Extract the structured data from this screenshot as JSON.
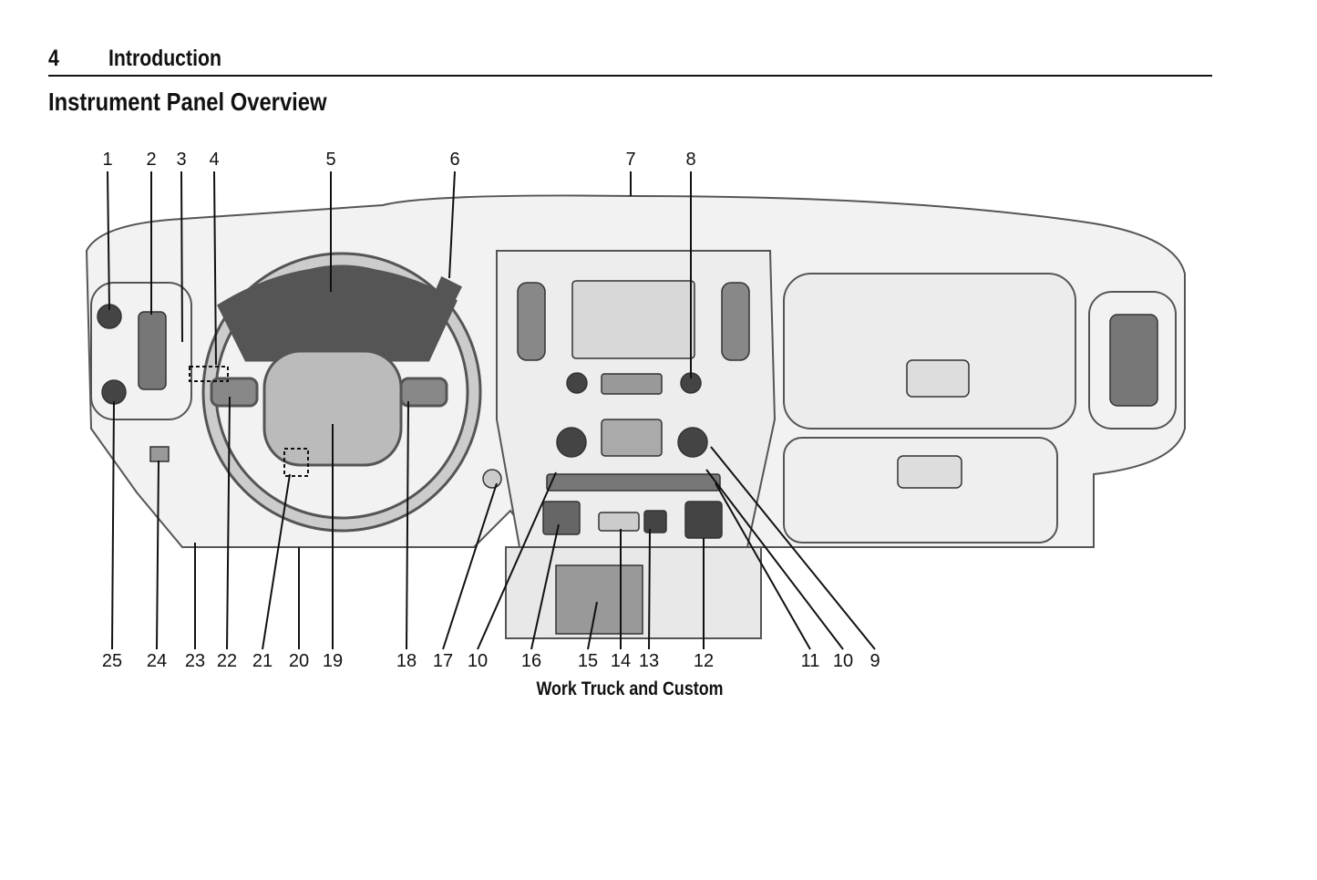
{
  "header": {
    "page_number": "4",
    "section": "Introduction"
  },
  "title": "Instrument Panel Overview",
  "figure": {
    "top_callouts": [
      "1",
      "2",
      "3",
      "4",
      "5",
      "6",
      "7",
      "8"
    ],
    "bottom_callouts": [
      "25",
      "24",
      "23",
      "22",
      "21",
      "20",
      "19",
      "18",
      "17",
      "10",
      "16",
      "15",
      "14",
      "13",
      "12",
      "11",
      "10",
      "9"
    ],
    "caption": "Work Truck and Custom"
  }
}
